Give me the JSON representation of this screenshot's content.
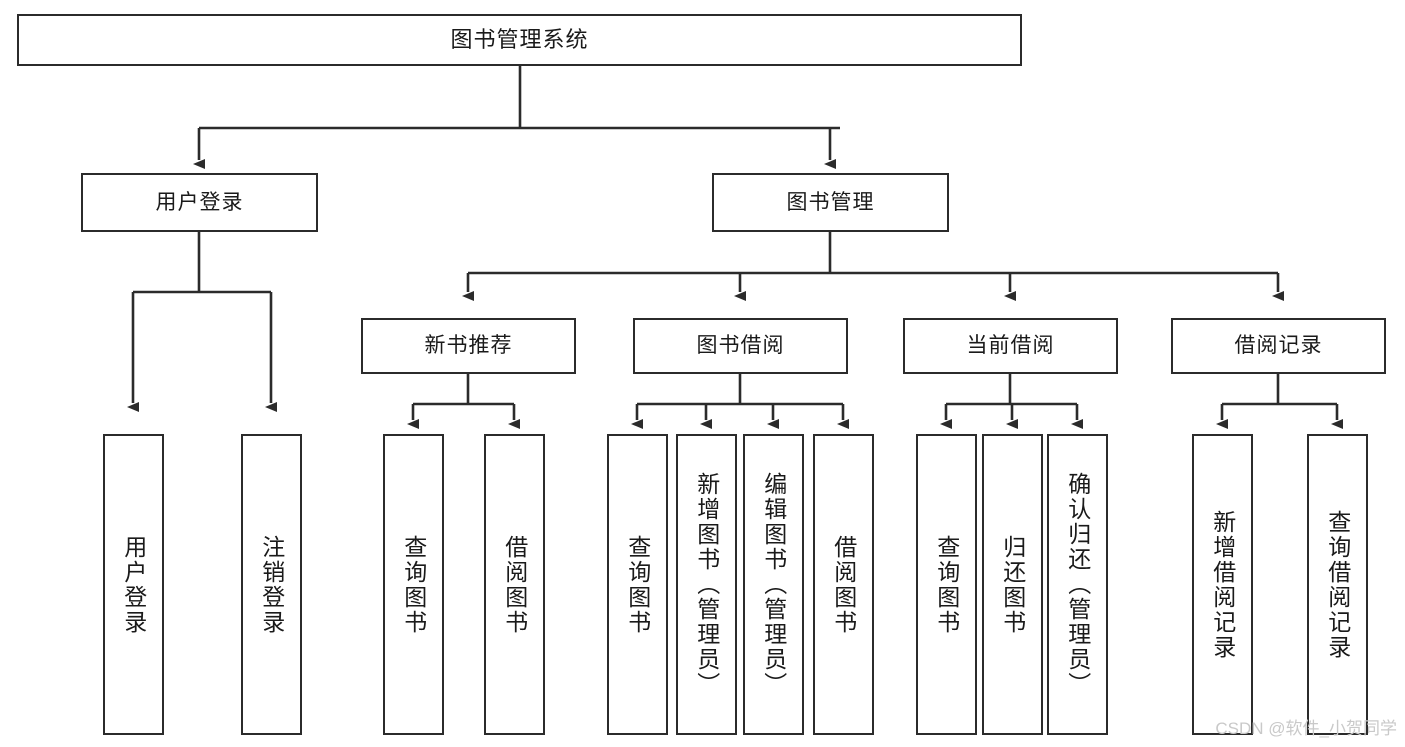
{
  "diagram": {
    "title": "图书管理系统",
    "type": "tree",
    "stroke_color": "#2b2b2b",
    "fill_color": "#ffffff",
    "text_color": "#1a1a1a"
  },
  "root": {
    "label": "图书管理系统"
  },
  "branches": [
    {
      "label": "用户登录"
    },
    {
      "label": "图书管理"
    }
  ],
  "subbranches": [
    {
      "label": "新书推荐"
    },
    {
      "label": "图书借阅"
    },
    {
      "label": "当前借阅"
    },
    {
      "label": "借阅记录"
    }
  ],
  "leaves": {
    "user_login": [
      {
        "label": "用户登录"
      },
      {
        "label": "注销登录"
      }
    ],
    "new_book_recommend": [
      {
        "label": "查询图书"
      },
      {
        "label": "借阅图书"
      }
    ],
    "book_borrow": [
      {
        "label": "查询图书"
      },
      {
        "label": "新增图书（管理员）"
      },
      {
        "label": "编辑图书（管理员）"
      },
      {
        "label": "借阅图书"
      }
    ],
    "current_borrow": [
      {
        "label": "查询图书"
      },
      {
        "label": "归还图书"
      },
      {
        "label": "确认归还（管理员）"
      }
    ],
    "borrow_record": [
      {
        "label": "新增借阅记录"
      },
      {
        "label": "查询借阅记录"
      }
    ]
  },
  "watermark": {
    "text": "CSDN @软件_小贺同学"
  }
}
